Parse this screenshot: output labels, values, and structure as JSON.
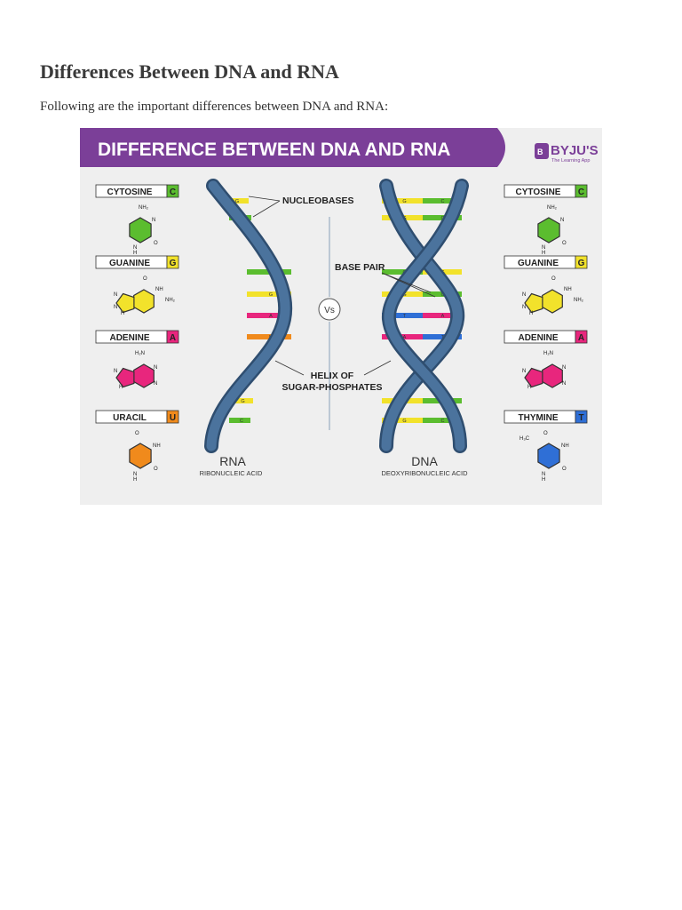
{
  "article": {
    "title": "Differences Between DNA and RNA",
    "intro": "Following are the important differences between DNA and RNA:"
  },
  "infographic": {
    "banner_title": "DIFFERENCE BETWEEN DNA AND RNA",
    "brand": {
      "name": "BYJU'S",
      "tagline": "The Learning App",
      "color": "#7b3f98"
    },
    "vs_label": "Vs",
    "annotations": {
      "nucleobases": "NUCLEOBASES",
      "base_pair": "BASE PAIR",
      "helix_line1": "HELIX OF",
      "helix_line2": "SUGAR-PHOSPHATES"
    },
    "rna": {
      "name": "RNA",
      "full_name": "RIBONUCLEIC ACID",
      "bases": [
        {
          "name": "CYTOSINE",
          "letter": "C",
          "color": "#5bbd2f"
        },
        {
          "name": "GUANINE",
          "letter": "G",
          "color": "#f2e22b"
        },
        {
          "name": "ADENINE",
          "letter": "A",
          "color": "#e8267d"
        },
        {
          "name": "URACIL",
          "letter": "U",
          "color": "#f08a1c"
        }
      ],
      "rungs": [
        "G",
        "C",
        "C",
        "G",
        "A",
        "U",
        "G",
        "C"
      ]
    },
    "dna": {
      "name": "DNA",
      "full_name": "DEOXYRIBONUCLEIC ACID",
      "bases": [
        {
          "name": "CYTOSINE",
          "letter": "C",
          "color": "#5bbd2f"
        },
        {
          "name": "GUANINE",
          "letter": "G",
          "color": "#f2e22b"
        },
        {
          "name": "ADENINE",
          "letter": "A",
          "color": "#e8267d"
        },
        {
          "name": "THYMINE",
          "letter": "T",
          "color": "#2f6fd6"
        }
      ],
      "rungs": [
        {
          "l": "G",
          "r": "C"
        },
        {
          "l": "G",
          "r": "C"
        },
        {
          "l": "C",
          "r": "G"
        },
        {
          "l": "G",
          "r": "C"
        },
        {
          "l": "T",
          "r": "A"
        },
        {
          "l": "A",
          "r": "T"
        },
        {
          "l": "G",
          "r": "C"
        },
        {
          "l": "G",
          "r": "C"
        }
      ]
    },
    "molecule_labels": {
      "cytosine": [
        "NH₂",
        "N",
        "N",
        "H",
        "O"
      ],
      "guanine": [
        "O",
        "NH",
        "NH₂",
        "N",
        "N",
        "H"
      ],
      "adenine": [
        "H₂N",
        "N",
        "N",
        "N",
        "H"
      ],
      "uracil": [
        "O",
        "NH",
        "N",
        "H",
        "O"
      ],
      "thymine": [
        "H₃C",
        "O",
        "NH",
        "N",
        "H",
        "O"
      ]
    }
  }
}
